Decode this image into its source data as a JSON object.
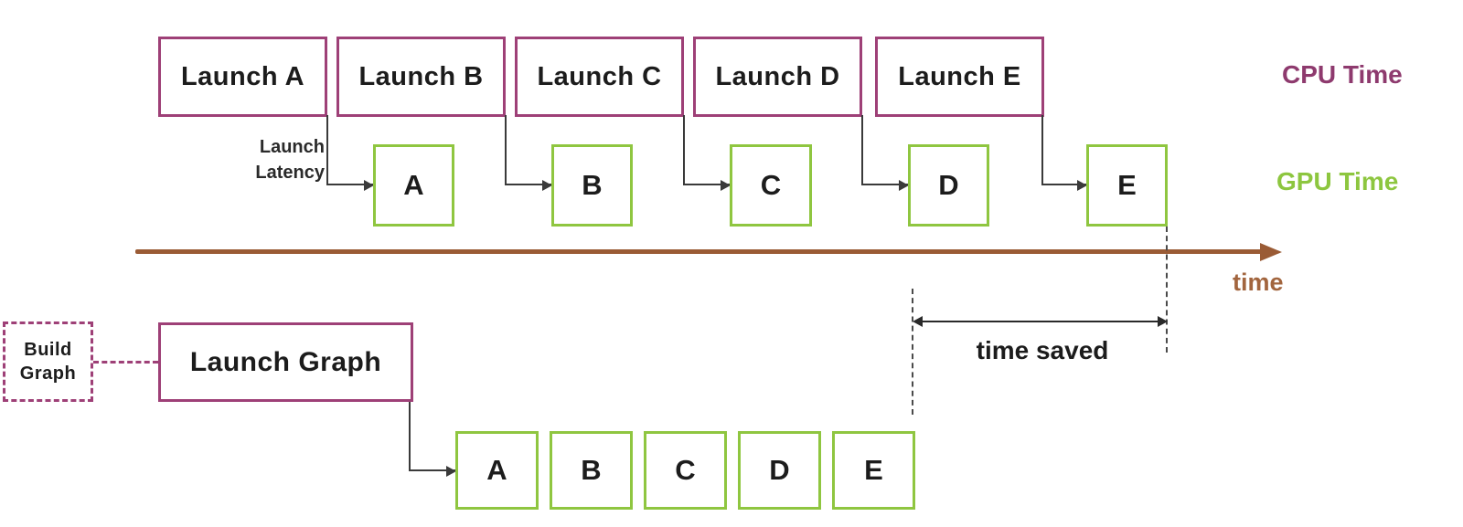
{
  "legend": {
    "cpu_label": "CPU Time",
    "gpu_label": "GPU Time"
  },
  "stream_launch": {
    "cpu_boxes": [
      "Launch A",
      "Launch B",
      "Launch C",
      "Launch D",
      "Launch E"
    ],
    "gpu_boxes": [
      "A",
      "B",
      "C",
      "D",
      "E"
    ],
    "latency_label_line1": "Launch",
    "latency_label_line2": "Latency"
  },
  "timeline": {
    "label": "time"
  },
  "graph_launch": {
    "build_label_line1": "Build",
    "build_label_line2": "Graph",
    "launch_label": "Launch Graph",
    "gpu_boxes": [
      "A",
      "B",
      "C",
      "D",
      "E"
    ]
  },
  "annotations": {
    "time_saved": "time saved"
  },
  "colors": {
    "cpu_border": "#9e4077",
    "cpu_text": "#8e3a6e",
    "gpu_border": "#8fc640",
    "gpu_text": "#8dc63f",
    "timeline": "#9a5b35",
    "time_label": "#a2653e",
    "connector": "#3a3a3a"
  }
}
